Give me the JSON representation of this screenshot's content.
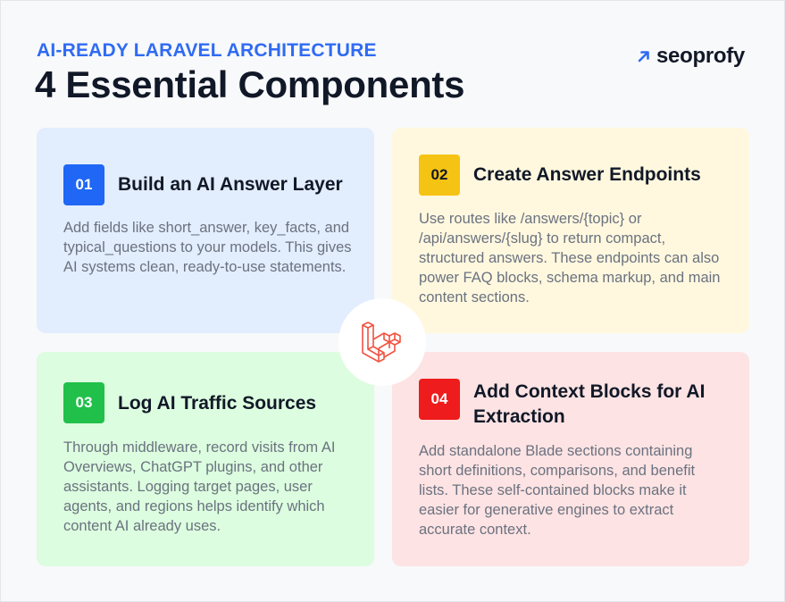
{
  "header": {
    "eyebrow": "AI-READY LARAVEL ARCHITECTURE",
    "title": "4 Essential Components"
  },
  "brand": {
    "name": "seoprofy",
    "icon": "arrow-up-right-icon",
    "color": "#2f6bf3"
  },
  "center_logo": {
    "icon": "laravel-logo-icon",
    "color": "#f05340"
  },
  "cards": [
    {
      "number": "01",
      "title": "Build an AI Answer Layer",
      "body": "Add fields like short_answer, key_facts, and typical_questions to your models. This gives AI systems clean, ready-to-use statements.",
      "badge_color": "#1f67f4",
      "bg_color": "#e2edfd"
    },
    {
      "number": "02",
      "title": "Create Answer Endpoints",
      "body": "Use routes like /answers/{topic} or /api/answers/{slug} to return compact, structured answers. These endpoints can also power FAQ blocks, schema markup, and main content sections.",
      "badge_color": "#f5c313",
      "bg_color": "#fff8df"
    },
    {
      "number": "03",
      "title": "Log AI Traffic Sources",
      "body": "Through middleware, record visits from AI Overviews, ChatGPT plugins, and other assistants. Logging target pages, user agents, and regions helps identify which content AI already uses.",
      "badge_color": "#20c04a",
      "bg_color": "#dcfddf"
    },
    {
      "number": "04",
      "title": "Add Context Blocks for AI Extraction",
      "body": "Add standalone Blade sections containing short definitions, comparisons, and benefit lists. These self-contained blocks make it easier for generative engines to extract accurate context.",
      "badge_color": "#ee1c1c",
      "bg_color": "#fde3e3"
    }
  ]
}
